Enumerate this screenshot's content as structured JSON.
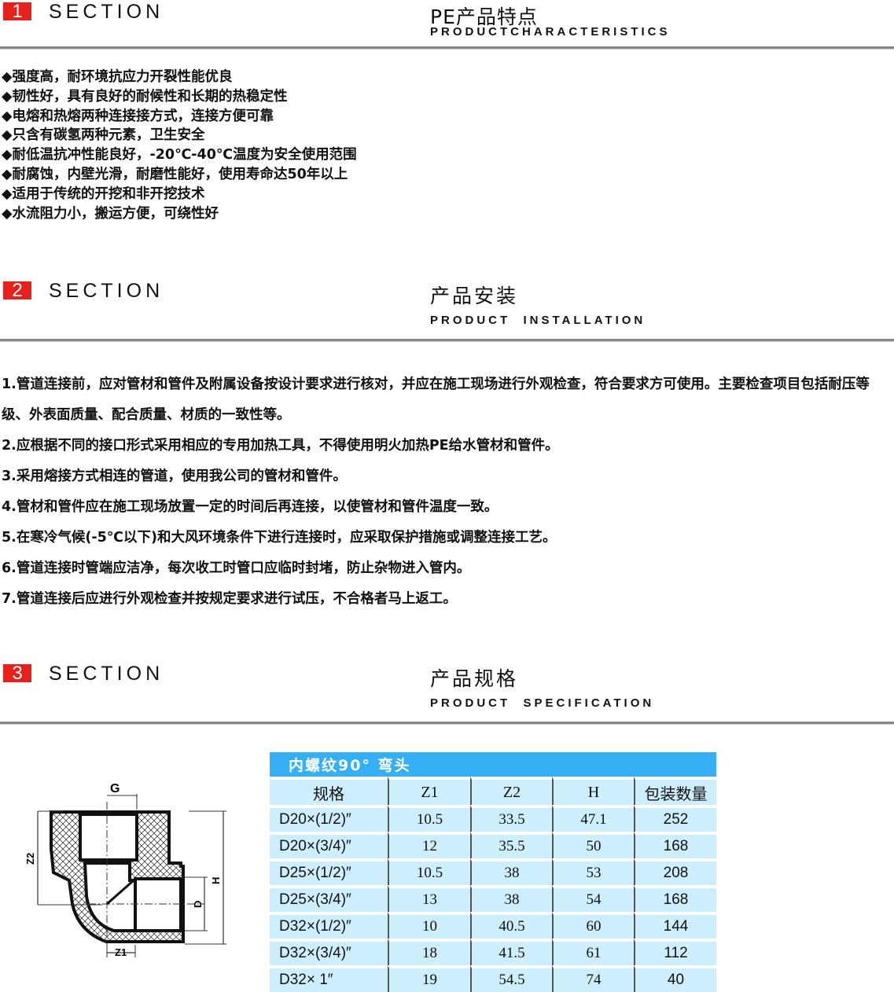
{
  "sections": [
    {
      "number": "1",
      "label": "SECTION",
      "title": "PE产品特点",
      "subtitle": "PRODUCTCHARACTERISTICS"
    },
    {
      "number": "2",
      "label": "SECTION",
      "title": "产品安装",
      "subtitle": "PRODUCT  INSTALLATION"
    },
    {
      "number": "3",
      "label": "SECTION",
      "title": "产品规格",
      "subtitle": "PRODUCT  SPECIFICATION"
    }
  ],
  "features": [
    "◆强度高，耐环境抗应力开裂性能优良",
    "◆韧性好，具有良好的耐候性和长期的热稳定性",
    "◆电熔和热熔两种连接接方式，连接方便可靠",
    "◆只含有碳氢两种元素，卫生安全",
    "◆耐低温抗冲性能良好，-20℃-40℃温度为安全使用范围",
    "◆耐腐蚀，内壁光滑，耐磨性能好，使用寿命达50年以上",
    "◆适用于传统的开挖和非开挖技术",
    "◆水流阻力小，搬运方便，可绕性好"
  ],
  "installation": [
    "1.管道连接前，应对管材和管件及附属设备按设计要求进行核对，并应在施工现场进行外观检查，符合要求方可使用。主要检查项目包括耐压等级、外表面质量、配合质量、材质的一致性等。",
    "2.应根据不同的接口形式采用相应的专用加热工具，不得使用明火加热PE给水管材和管件。",
    "3.采用熔接方式相连的管道，使用我公司的管材和管件。",
    "4.管材和管件应在施工现场放置一定的时间后再连接，以使管材和管件温度一致。",
    "5.在寒冷气候(-5℃以下)和大风环境条件下进行连接时，应采取保护措施或调整连接工艺。",
    "6.管道连接时管端应洁净，每次收工时管口应临时封堵，防止杂物进入管内。",
    "7.管道连接后应进行外观检查并按规定要求进行试压，不合格者马上返工。"
  ],
  "diagram": {
    "labels": {
      "g": "G",
      "z2": "Z2",
      "h": "H",
      "d": "D",
      "z1": "Z1"
    }
  },
  "spec_table": {
    "title": "内螺纹90° 弯头",
    "headers": [
      "规格",
      "Z1",
      "Z2",
      "H",
      "包装数量"
    ],
    "rows": [
      [
        "D20×(1/2)″",
        "10.5",
        "33.5",
        "47.1",
        "252"
      ],
      [
        "D20×(3/4)″",
        "12",
        "35.5",
        "50",
        "168"
      ],
      [
        "D25×(1/2)″",
        "10.5",
        "38",
        "53",
        "208"
      ],
      [
        "D25×(3/4)″",
        "13",
        "38",
        "54",
        "168"
      ],
      [
        "D32×(1/2)″",
        "10",
        "40.5",
        "60",
        "144"
      ],
      [
        "D32×(3/4)″",
        "18",
        "41.5",
        "61",
        "112"
      ],
      [
        "D32× 1″",
        "19",
        "54.5",
        "74",
        "40"
      ]
    ]
  },
  "colors": {
    "accent_red": "#e8201c",
    "table_header": "#35b0f5",
    "table_cell": "#cdeefc"
  }
}
